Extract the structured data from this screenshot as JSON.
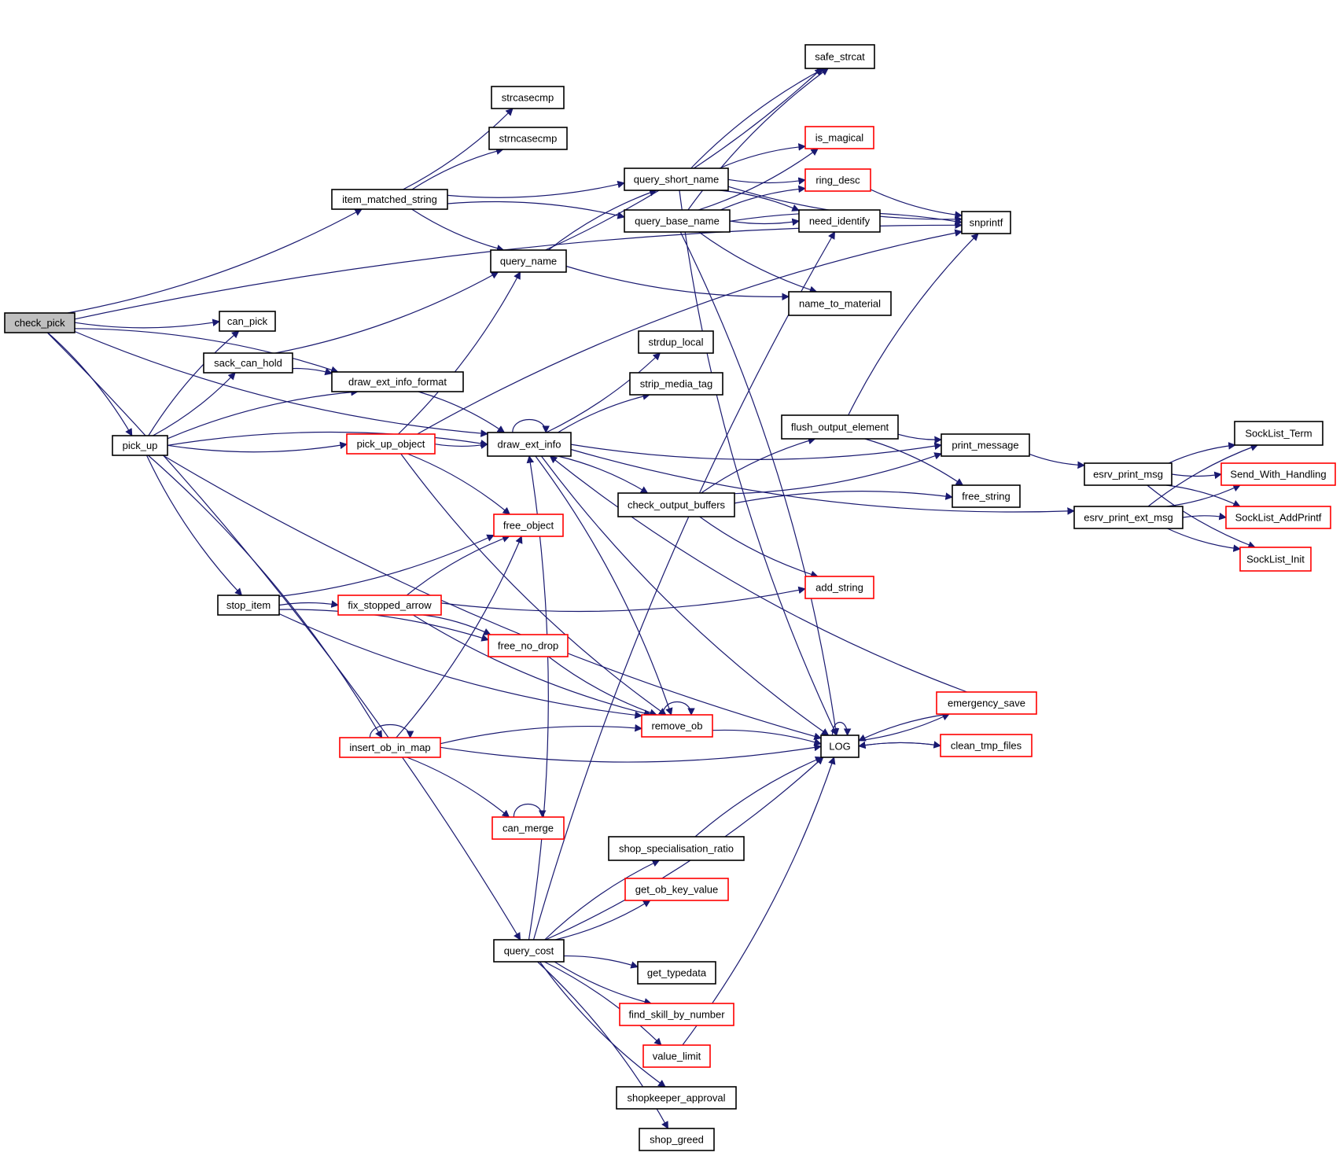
{
  "diagram": {
    "type": "call-graph",
    "root": "check_pick",
    "nodes": [
      {
        "id": "check_pick",
        "label": "check_pick",
        "style": "root"
      },
      {
        "id": "can_pick",
        "label": "can_pick",
        "style": "black"
      },
      {
        "id": "pick_up",
        "label": "pick_up",
        "style": "black"
      },
      {
        "id": "sack_can_hold",
        "label": "sack_can_hold",
        "style": "black"
      },
      {
        "id": "stop_item",
        "label": "stop_item",
        "style": "black"
      },
      {
        "id": "item_matched_string",
        "label": "item_matched_string",
        "style": "black"
      },
      {
        "id": "draw_ext_info_format",
        "label": "draw_ext_info_format",
        "style": "black"
      },
      {
        "id": "pick_up_object",
        "label": "pick_up_object",
        "style": "red"
      },
      {
        "id": "fix_stopped_arrow",
        "label": "fix_stopped_arrow",
        "style": "red"
      },
      {
        "id": "insert_ob_in_map",
        "label": "insert_ob_in_map",
        "style": "red"
      },
      {
        "id": "strcasecmp",
        "label": "strcasecmp",
        "style": "black"
      },
      {
        "id": "strncasecmp",
        "label": "strncasecmp",
        "style": "black"
      },
      {
        "id": "query_name",
        "label": "query_name",
        "style": "black"
      },
      {
        "id": "draw_ext_info",
        "label": "draw_ext_info",
        "style": "black"
      },
      {
        "id": "free_object",
        "label": "free_object",
        "style": "red"
      },
      {
        "id": "free_no_drop",
        "label": "free_no_drop",
        "style": "red"
      },
      {
        "id": "can_merge",
        "label": "can_merge",
        "style": "red"
      },
      {
        "id": "query_cost",
        "label": "query_cost",
        "style": "black"
      },
      {
        "id": "query_short_name",
        "label": "query_short_name",
        "style": "black"
      },
      {
        "id": "query_base_name",
        "label": "query_base_name",
        "style": "black"
      },
      {
        "id": "strdup_local",
        "label": "strdup_local",
        "style": "black"
      },
      {
        "id": "strip_media_tag",
        "label": "strip_media_tag",
        "style": "black"
      },
      {
        "id": "check_output_buffers",
        "label": "check_output_buffers",
        "style": "black"
      },
      {
        "id": "remove_ob",
        "label": "remove_ob",
        "style": "red"
      },
      {
        "id": "shop_specialisation_ratio",
        "label": "shop_specialisation_ratio",
        "style": "black"
      },
      {
        "id": "get_ob_key_value",
        "label": "get_ob_key_value",
        "style": "red"
      },
      {
        "id": "get_typedata",
        "label": "get_typedata",
        "style": "black"
      },
      {
        "id": "find_skill_by_number",
        "label": "find_skill_by_number",
        "style": "red"
      },
      {
        "id": "value_limit",
        "label": "value_limit",
        "style": "red"
      },
      {
        "id": "shopkeeper_approval",
        "label": "shopkeeper_approval",
        "style": "black"
      },
      {
        "id": "shop_greed",
        "label": "shop_greed",
        "style": "black"
      },
      {
        "id": "flush_output_element",
        "label": "flush_output_element",
        "style": "black"
      },
      {
        "id": "safe_strcat",
        "label": "safe_strcat",
        "style": "black"
      },
      {
        "id": "is_magical",
        "label": "is_magical",
        "style": "red"
      },
      {
        "id": "ring_desc",
        "label": "ring_desc",
        "style": "red"
      },
      {
        "id": "need_identify",
        "label": "need_identify",
        "style": "black"
      },
      {
        "id": "name_to_material",
        "label": "name_to_material",
        "style": "black"
      },
      {
        "id": "add_string",
        "label": "add_string",
        "style": "red"
      },
      {
        "id": "LOG",
        "label": "LOG",
        "style": "black"
      },
      {
        "id": "snprintf",
        "label": "snprintf",
        "style": "black"
      },
      {
        "id": "print_message",
        "label": "print_message",
        "style": "black"
      },
      {
        "id": "free_string",
        "label": "free_string",
        "style": "black"
      },
      {
        "id": "emergency_save",
        "label": "emergency_save",
        "style": "red"
      },
      {
        "id": "clean_tmp_files",
        "label": "clean_tmp_files",
        "style": "red"
      },
      {
        "id": "esrv_print_msg",
        "label": "esrv_print_msg",
        "style": "black"
      },
      {
        "id": "esrv_print_ext_msg",
        "label": "esrv_print_ext_msg",
        "style": "black"
      },
      {
        "id": "SockList_Term",
        "label": "SockList_Term",
        "style": "black"
      },
      {
        "id": "Send_With_Handling",
        "label": "Send_With_Handling",
        "style": "red"
      },
      {
        "id": "SockList_AddPrintf",
        "label": "SockList_AddPrintf",
        "style": "red"
      },
      {
        "id": "SockList_Init",
        "label": "SockList_Init",
        "style": "red"
      }
    ],
    "edges": [
      [
        "check_pick",
        "snprintf"
      ],
      [
        "check_pick",
        "item_matched_string"
      ],
      [
        "check_pick",
        "draw_ext_info_format"
      ],
      [
        "check_pick",
        "can_pick"
      ],
      [
        "check_pick",
        "pick_up"
      ],
      [
        "check_pick",
        "draw_ext_info"
      ],
      [
        "check_pick",
        "query_cost"
      ],
      [
        "item_matched_string",
        "strcasecmp"
      ],
      [
        "item_matched_string",
        "strncasecmp"
      ],
      [
        "item_matched_string",
        "query_short_name"
      ],
      [
        "item_matched_string",
        "query_base_name"
      ],
      [
        "item_matched_string",
        "query_name"
      ],
      [
        "pick_up",
        "can_pick"
      ],
      [
        "pick_up",
        "sack_can_hold"
      ],
      [
        "pick_up",
        "draw_ext_info_format"
      ],
      [
        "pick_up",
        "pick_up_object"
      ],
      [
        "pick_up",
        "draw_ext_info"
      ],
      [
        "pick_up",
        "stop_item"
      ],
      [
        "pick_up",
        "insert_ob_in_map"
      ],
      [
        "pick_up",
        "LOG"
      ],
      [
        "sack_can_hold",
        "draw_ext_info_format"
      ],
      [
        "sack_can_hold",
        "query_name"
      ],
      [
        "draw_ext_info_format",
        "draw_ext_info"
      ],
      [
        "pick_up_object",
        "query_name"
      ],
      [
        "pick_up_object",
        "snprintf"
      ],
      [
        "pick_up_object",
        "draw_ext_info"
      ],
      [
        "pick_up_object",
        "free_object"
      ],
      [
        "pick_up_object",
        "remove_ob"
      ],
      [
        "stop_item",
        "fix_stopped_arrow"
      ],
      [
        "stop_item",
        "free_object"
      ],
      [
        "stop_item",
        "free_no_drop"
      ],
      [
        "stop_item",
        "remove_ob"
      ],
      [
        "fix_stopped_arrow",
        "free_object"
      ],
      [
        "fix_stopped_arrow",
        "add_string"
      ],
      [
        "fix_stopped_arrow",
        "free_no_drop"
      ],
      [
        "fix_stopped_arrow",
        "remove_ob"
      ],
      [
        "insert_ob_in_map",
        "insert_ob_in_map"
      ],
      [
        "insert_ob_in_map",
        "free_object"
      ],
      [
        "insert_ob_in_map",
        "remove_ob"
      ],
      [
        "insert_ob_in_map",
        "LOG"
      ],
      [
        "insert_ob_in_map",
        "can_merge"
      ],
      [
        "free_no_drop",
        "remove_ob"
      ],
      [
        "can_merge",
        "can_merge"
      ],
      [
        "remove_ob",
        "remove_ob"
      ],
      [
        "remove_ob",
        "LOG"
      ],
      [
        "query_name",
        "safe_strcat"
      ],
      [
        "query_name",
        "query_short_name"
      ],
      [
        "query_name",
        "name_to_material"
      ],
      [
        "query_short_name",
        "safe_strcat"
      ],
      [
        "query_short_name",
        "snprintf"
      ],
      [
        "query_short_name",
        "is_magical"
      ],
      [
        "query_short_name",
        "ring_desc"
      ],
      [
        "query_short_name",
        "need_identify"
      ],
      [
        "query_short_name",
        "LOG"
      ],
      [
        "query_base_name",
        "safe_strcat"
      ],
      [
        "query_base_name",
        "is_magical"
      ],
      [
        "query_base_name",
        "ring_desc"
      ],
      [
        "query_base_name",
        "need_identify"
      ],
      [
        "query_base_name",
        "snprintf"
      ],
      [
        "query_base_name",
        "name_to_material"
      ],
      [
        "query_base_name",
        "LOG"
      ],
      [
        "ring_desc",
        "snprintf"
      ],
      [
        "draw_ext_info",
        "draw_ext_info"
      ],
      [
        "draw_ext_info",
        "strdup_local"
      ],
      [
        "draw_ext_info",
        "strip_media_tag"
      ],
      [
        "draw_ext_info",
        "print_message"
      ],
      [
        "draw_ext_info",
        "check_output_buffers"
      ],
      [
        "draw_ext_info",
        "esrv_print_ext_msg"
      ],
      [
        "draw_ext_info",
        "remove_ob"
      ],
      [
        "draw_ext_info",
        "LOG"
      ],
      [
        "check_output_buffers",
        "flush_output_element"
      ],
      [
        "check_output_buffers",
        "print_message"
      ],
      [
        "check_output_buffers",
        "free_string"
      ],
      [
        "check_output_buffers",
        "add_string"
      ],
      [
        "flush_output_element",
        "snprintf"
      ],
      [
        "flush_output_element",
        "print_message"
      ],
      [
        "flush_output_element",
        "free_string"
      ],
      [
        "print_message",
        "esrv_print_msg"
      ],
      [
        "esrv_print_msg",
        "SockList_Term"
      ],
      [
        "esrv_print_msg",
        "Send_With_Handling"
      ],
      [
        "esrv_print_msg",
        "SockList_AddPrintf"
      ],
      [
        "esrv_print_msg",
        "SockList_Init"
      ],
      [
        "esrv_print_ext_msg",
        "SockList_Term"
      ],
      [
        "esrv_print_ext_msg",
        "Send_With_Handling"
      ],
      [
        "esrv_print_ext_msg",
        "SockList_AddPrintf"
      ],
      [
        "esrv_print_ext_msg",
        "SockList_Init"
      ],
      [
        "emergency_save",
        "draw_ext_info"
      ],
      [
        "emergency_save",
        "LOG"
      ],
      [
        "LOG",
        "LOG"
      ],
      [
        "LOG",
        "emergency_save"
      ],
      [
        "LOG",
        "clean_tmp_files"
      ],
      [
        "clean_tmp_files",
        "LOG"
      ],
      [
        "query_cost",
        "shop_specialisation_ratio"
      ],
      [
        "query_cost",
        "get_ob_key_value"
      ],
      [
        "query_cost",
        "get_typedata"
      ],
      [
        "query_cost",
        "find_skill_by_number"
      ],
      [
        "query_cost",
        "value_limit"
      ],
      [
        "query_cost",
        "shopkeeper_approval"
      ],
      [
        "query_cost",
        "shop_greed"
      ],
      [
        "query_cost",
        "LOG"
      ],
      [
        "query_cost",
        "need_identify"
      ],
      [
        "query_cost",
        "draw_ext_info"
      ],
      [
        "shop_specialisation_ratio",
        "LOG"
      ],
      [
        "value_limit",
        "LOG"
      ]
    ],
    "colors": {
      "edge": "#191970",
      "border_black": "#000000",
      "border_red": "#ff0000",
      "root_fill": "#bfbfbf",
      "fill": "#ffffff"
    }
  }
}
